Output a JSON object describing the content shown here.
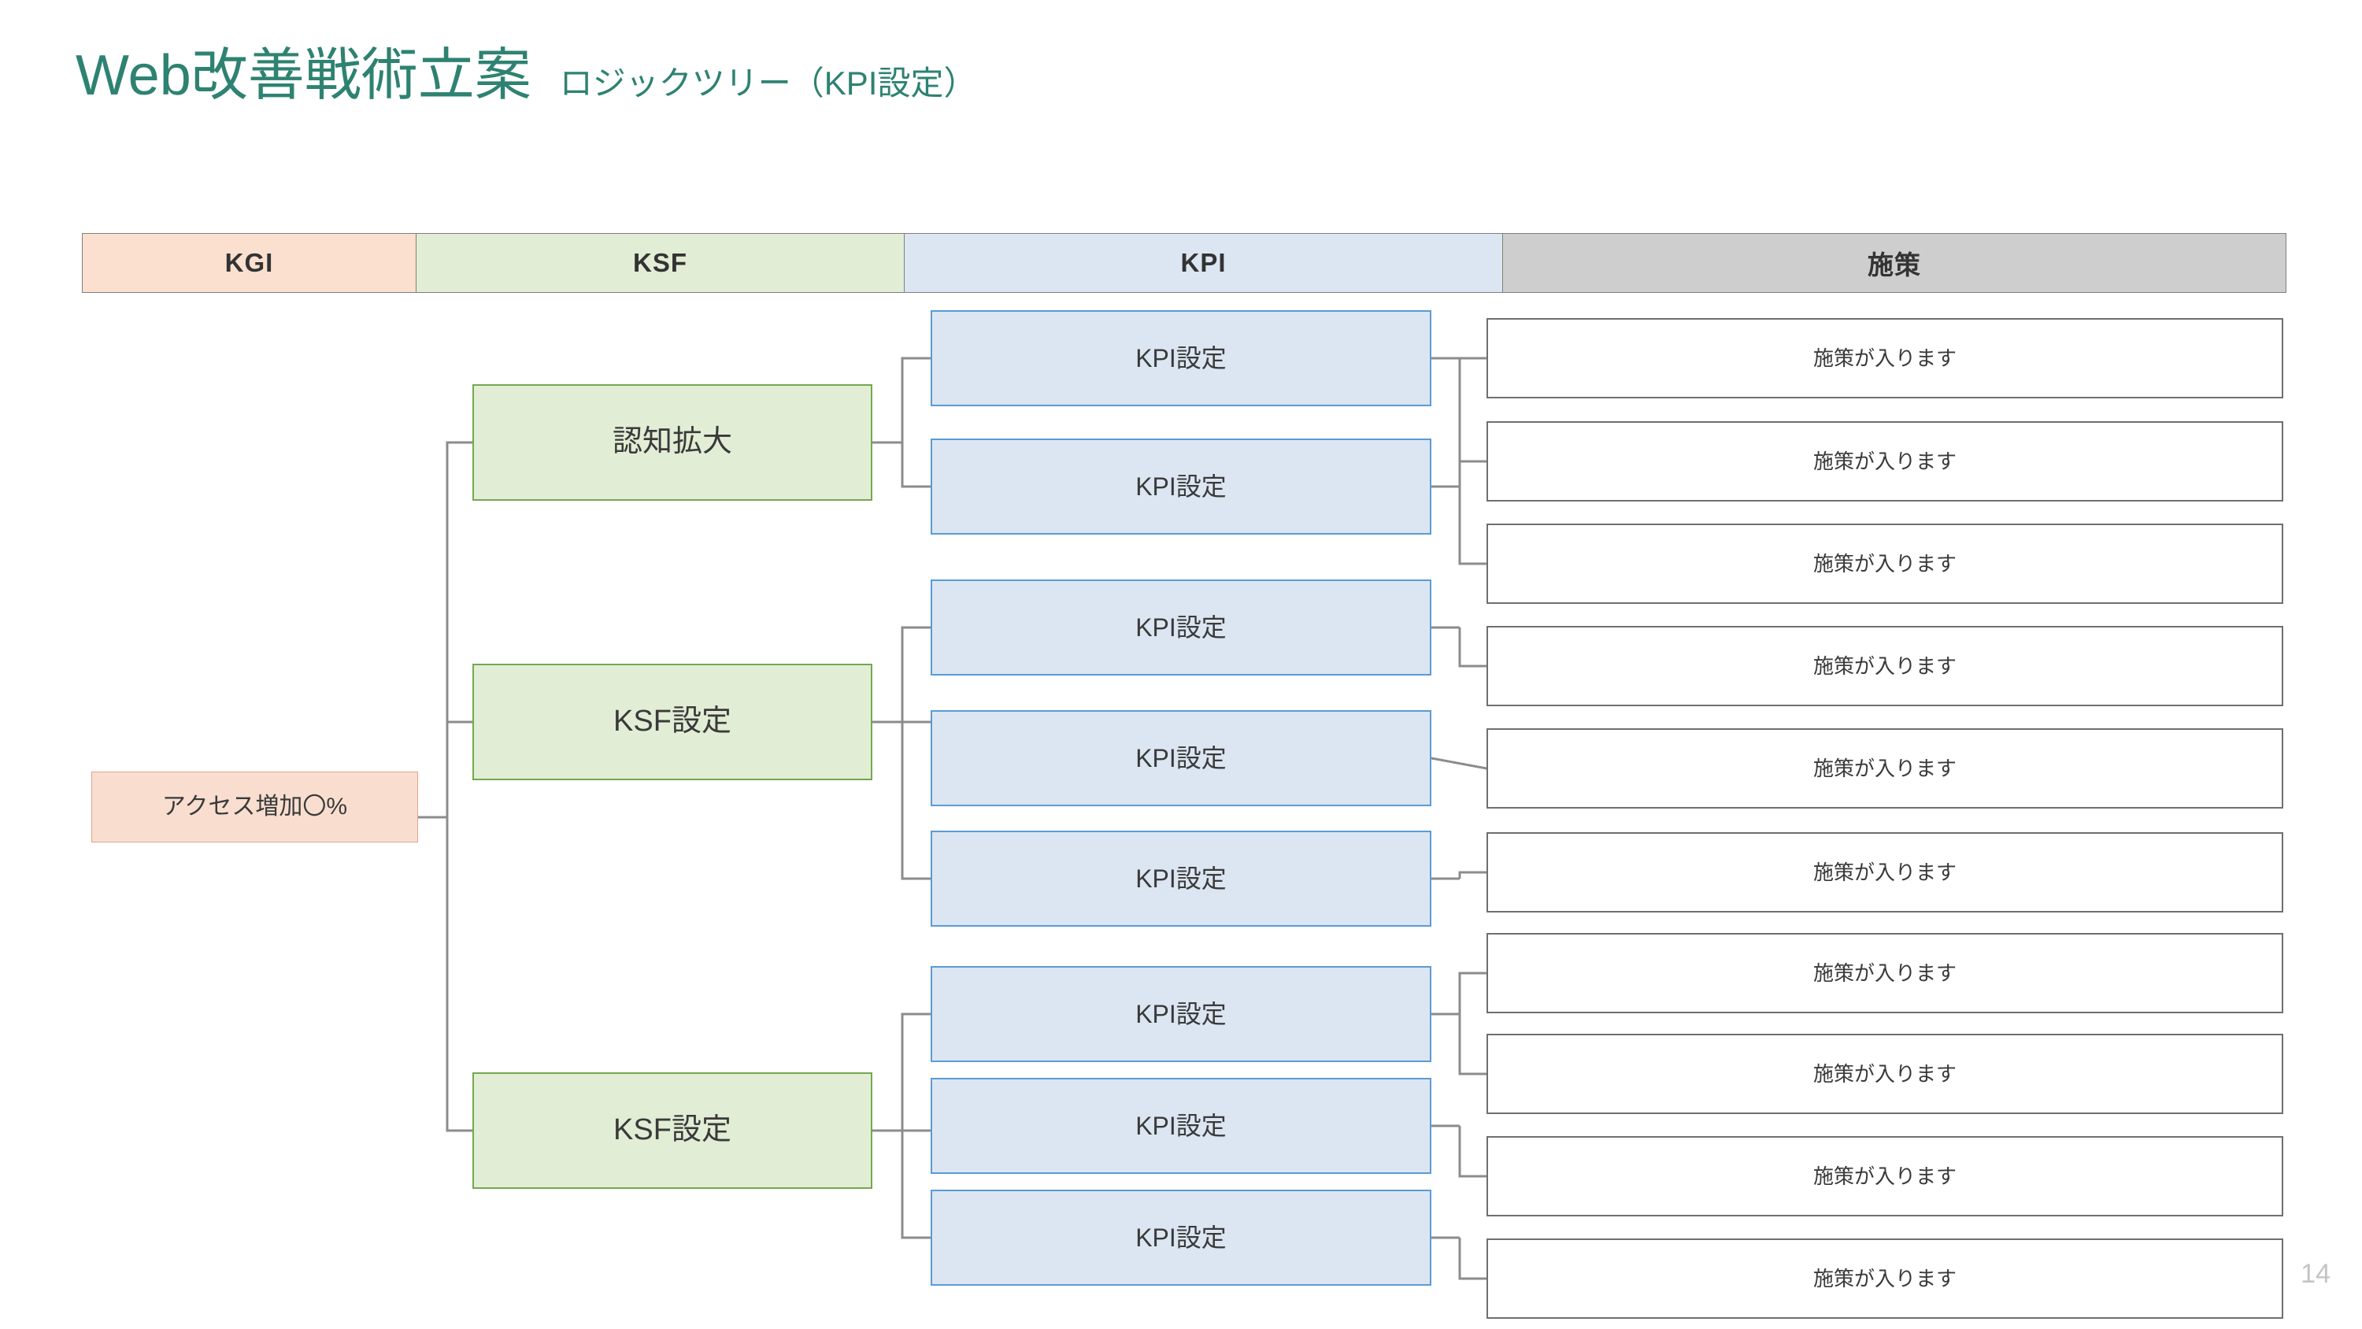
{
  "slide": {
    "title_main": "Web改善戦術立案",
    "title_sub": "ロジックツリー（KPI設定）",
    "page_number": "14",
    "accent_color": "#2E8271"
  },
  "header": {
    "columns": [
      {
        "label": "KGI",
        "color": "#FBE0D0"
      },
      {
        "label": "KSF",
        "color": "#E2EDD5"
      },
      {
        "label": "KPI",
        "color": "#DCE6F2"
      },
      {
        "label": "施策",
        "color": "#CECECE"
      }
    ]
  },
  "tree": {
    "kgi": {
      "label": "アクセス増加〇%",
      "fill": "#F9DED0",
      "border": "#E0A38E"
    },
    "ksf": [
      {
        "label": "認知拡大",
        "fill": "#E2EDD5",
        "border": "#74A84F"
      },
      {
        "label": "KSF設定",
        "fill": "#E2EDD5",
        "border": "#74A84F"
      },
      {
        "label": "KSF設定",
        "fill": "#E2EDD5",
        "border": "#74A84F"
      }
    ],
    "kpi": [
      {
        "label": "KPI設定"
      },
      {
        "label": "KPI設定"
      },
      {
        "label": "KPI設定"
      },
      {
        "label": "KPI設定"
      },
      {
        "label": "KPI設定"
      },
      {
        "label": "KPI設定"
      },
      {
        "label": "KPI設定"
      },
      {
        "label": "KPI設定"
      }
    ],
    "sisaku": [
      {
        "label": "施策が入ります"
      },
      {
        "label": "施策が入ります"
      },
      {
        "label": "施策が入ります"
      },
      {
        "label": "施策が入ります"
      },
      {
        "label": "施策が入ります"
      },
      {
        "label": "施策が入ります"
      },
      {
        "label": "施策が入ります"
      },
      {
        "label": "施策が入ります"
      },
      {
        "label": "施策が入ります"
      },
      {
        "label": "施策が入ります"
      }
    ]
  }
}
